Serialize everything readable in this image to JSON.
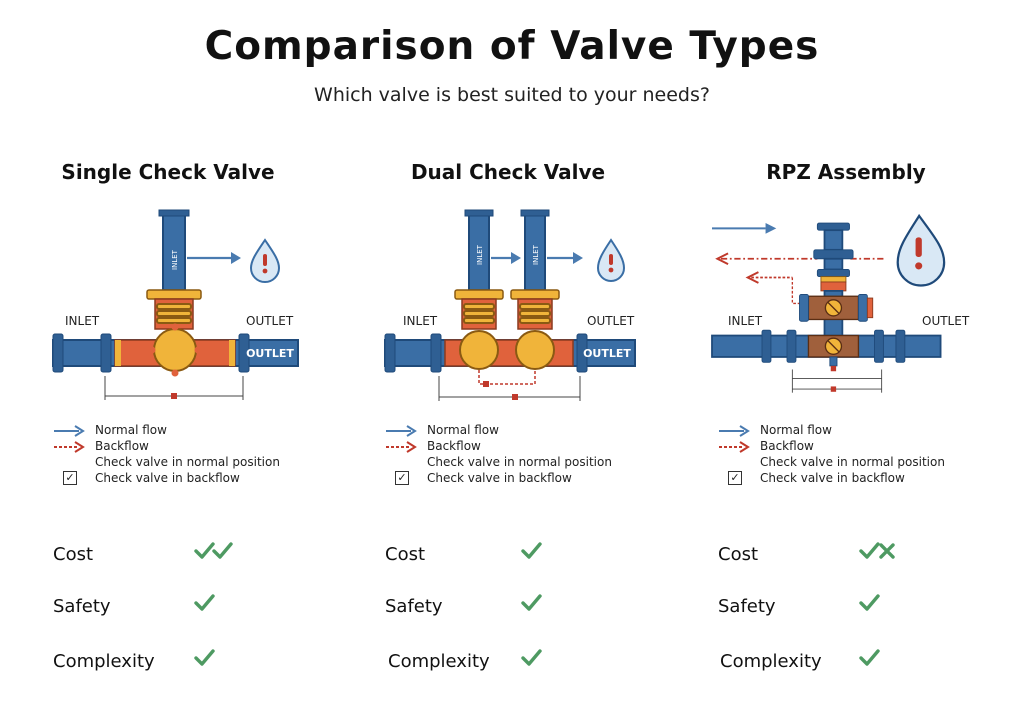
{
  "header": {
    "title": "Comparison of Valve Types",
    "subtitle": "Which valve is best suited to your needs?"
  },
  "labels": {
    "inlet": "INLET",
    "outlet": "OUTLET",
    "pipe_inlet": "INLET",
    "pipe_outlet": "OUTLET"
  },
  "legend": {
    "normal_flow": "Normal flow",
    "backflow": "Backflow",
    "check_normal": "Check valve in normal position",
    "check_backflow": "Check valve in backflow",
    "checkbox_mark": "✓"
  },
  "criteria": {
    "cost": "Cost",
    "safety": "Safety",
    "complexity": "Complexity"
  },
  "panels": [
    {
      "title": "Single Check Valve",
      "ratings": {
        "cost": [
          "check",
          "check"
        ],
        "safety": [
          "check"
        ],
        "complexity": [
          "check"
        ]
      }
    },
    {
      "title": "Dual Check Valve",
      "ratings": {
        "cost": [
          "check"
        ],
        "safety": [
          "check"
        ],
        "complexity": [
          "check"
        ]
      }
    },
    {
      "title": "RPZ Assembly",
      "ratings": {
        "cost": [
          "check",
          "cross"
        ],
        "safety": [
          "check"
        ],
        "complexity": [
          "check"
        ]
      }
    }
  ],
  "colors": {
    "pipe_blue": "#3a6ea5",
    "pipe_dark": "#1f4a7a",
    "valve_gold": "#f0b43a",
    "valve_red": "#e0623c",
    "flow_arrow": "#4a7bb0",
    "backflow": "#c0392b",
    "rating_green": "#4e9a62",
    "drop_fill": "#d9e8f5",
    "drop_mark": "#c0392b"
  }
}
